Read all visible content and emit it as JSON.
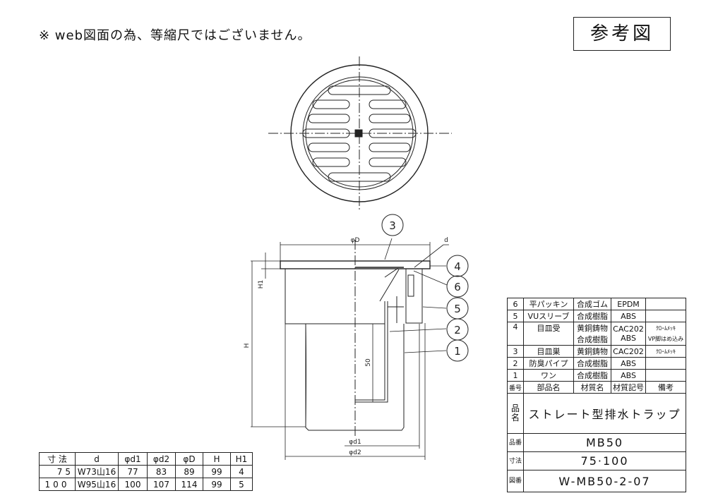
{
  "header": {
    "note": "※ web図面の為、等縮尺ではございません。",
    "reference_label": "参考図"
  },
  "drawing": {
    "dim_labels": {
      "phiD": "φD",
      "d": "d",
      "H1": "H1",
      "H": "H",
      "fifty": "50",
      "phid1": "φd1",
      "phid2": "φd2"
    },
    "balloons": [
      "3",
      "4",
      "6",
      "5",
      "2",
      "1"
    ]
  },
  "dimension_table": {
    "headers": [
      "寸 法",
      "d",
      "φd1",
      "φd2",
      "φD",
      "H",
      "H1"
    ],
    "rows": [
      [
        "75",
        "W73山16",
        "77",
        "83",
        "89",
        "99",
        "4"
      ],
      [
        "100",
        "W95山16",
        "100",
        "107",
        "114",
        "99",
        "5"
      ]
    ]
  },
  "parts_table": {
    "rows": [
      {
        "no": "6",
        "name": "平パッキン",
        "material": "合成ゴム",
        "code": "EPDM",
        "note": ""
      },
      {
        "no": "5",
        "name": "VUスリーブ",
        "material": "合成樹脂",
        "code": "ABS",
        "note": ""
      },
      {
        "no": "4",
        "name": "目皿受",
        "material": "黄銅鋳物",
        "code": "CAC202",
        "note": "ｸﾛｰﾑﾒｯｷ",
        "material2": "合成樹脂",
        "code2": "ABS",
        "note2": "VP脚はめ込み"
      },
      {
        "no": "3",
        "name": "目皿巣",
        "material": "黄銅鋳物",
        "code": "CAC202",
        "note": "ｸﾛｰﾑﾒｯｷ"
      },
      {
        "no": "2",
        "name": "防臭パイプ",
        "material": "合成樹脂",
        "code": "ABS",
        "note": ""
      },
      {
        "no": "1",
        "name": "ワン",
        "material": "合成樹脂",
        "code": "ABS",
        "note": ""
      }
    ],
    "headers": [
      "番号",
      "部品名",
      "材質名",
      "材質記号",
      "備考"
    ],
    "title_block": [
      {
        "label": "品名",
        "value": "ストレート型排水トラップ"
      },
      {
        "label": "品番",
        "value": "MB50"
      },
      {
        "label": "寸法",
        "value": "75·100"
      },
      {
        "label": "図番",
        "value": "W-MB50-2-07"
      }
    ]
  }
}
